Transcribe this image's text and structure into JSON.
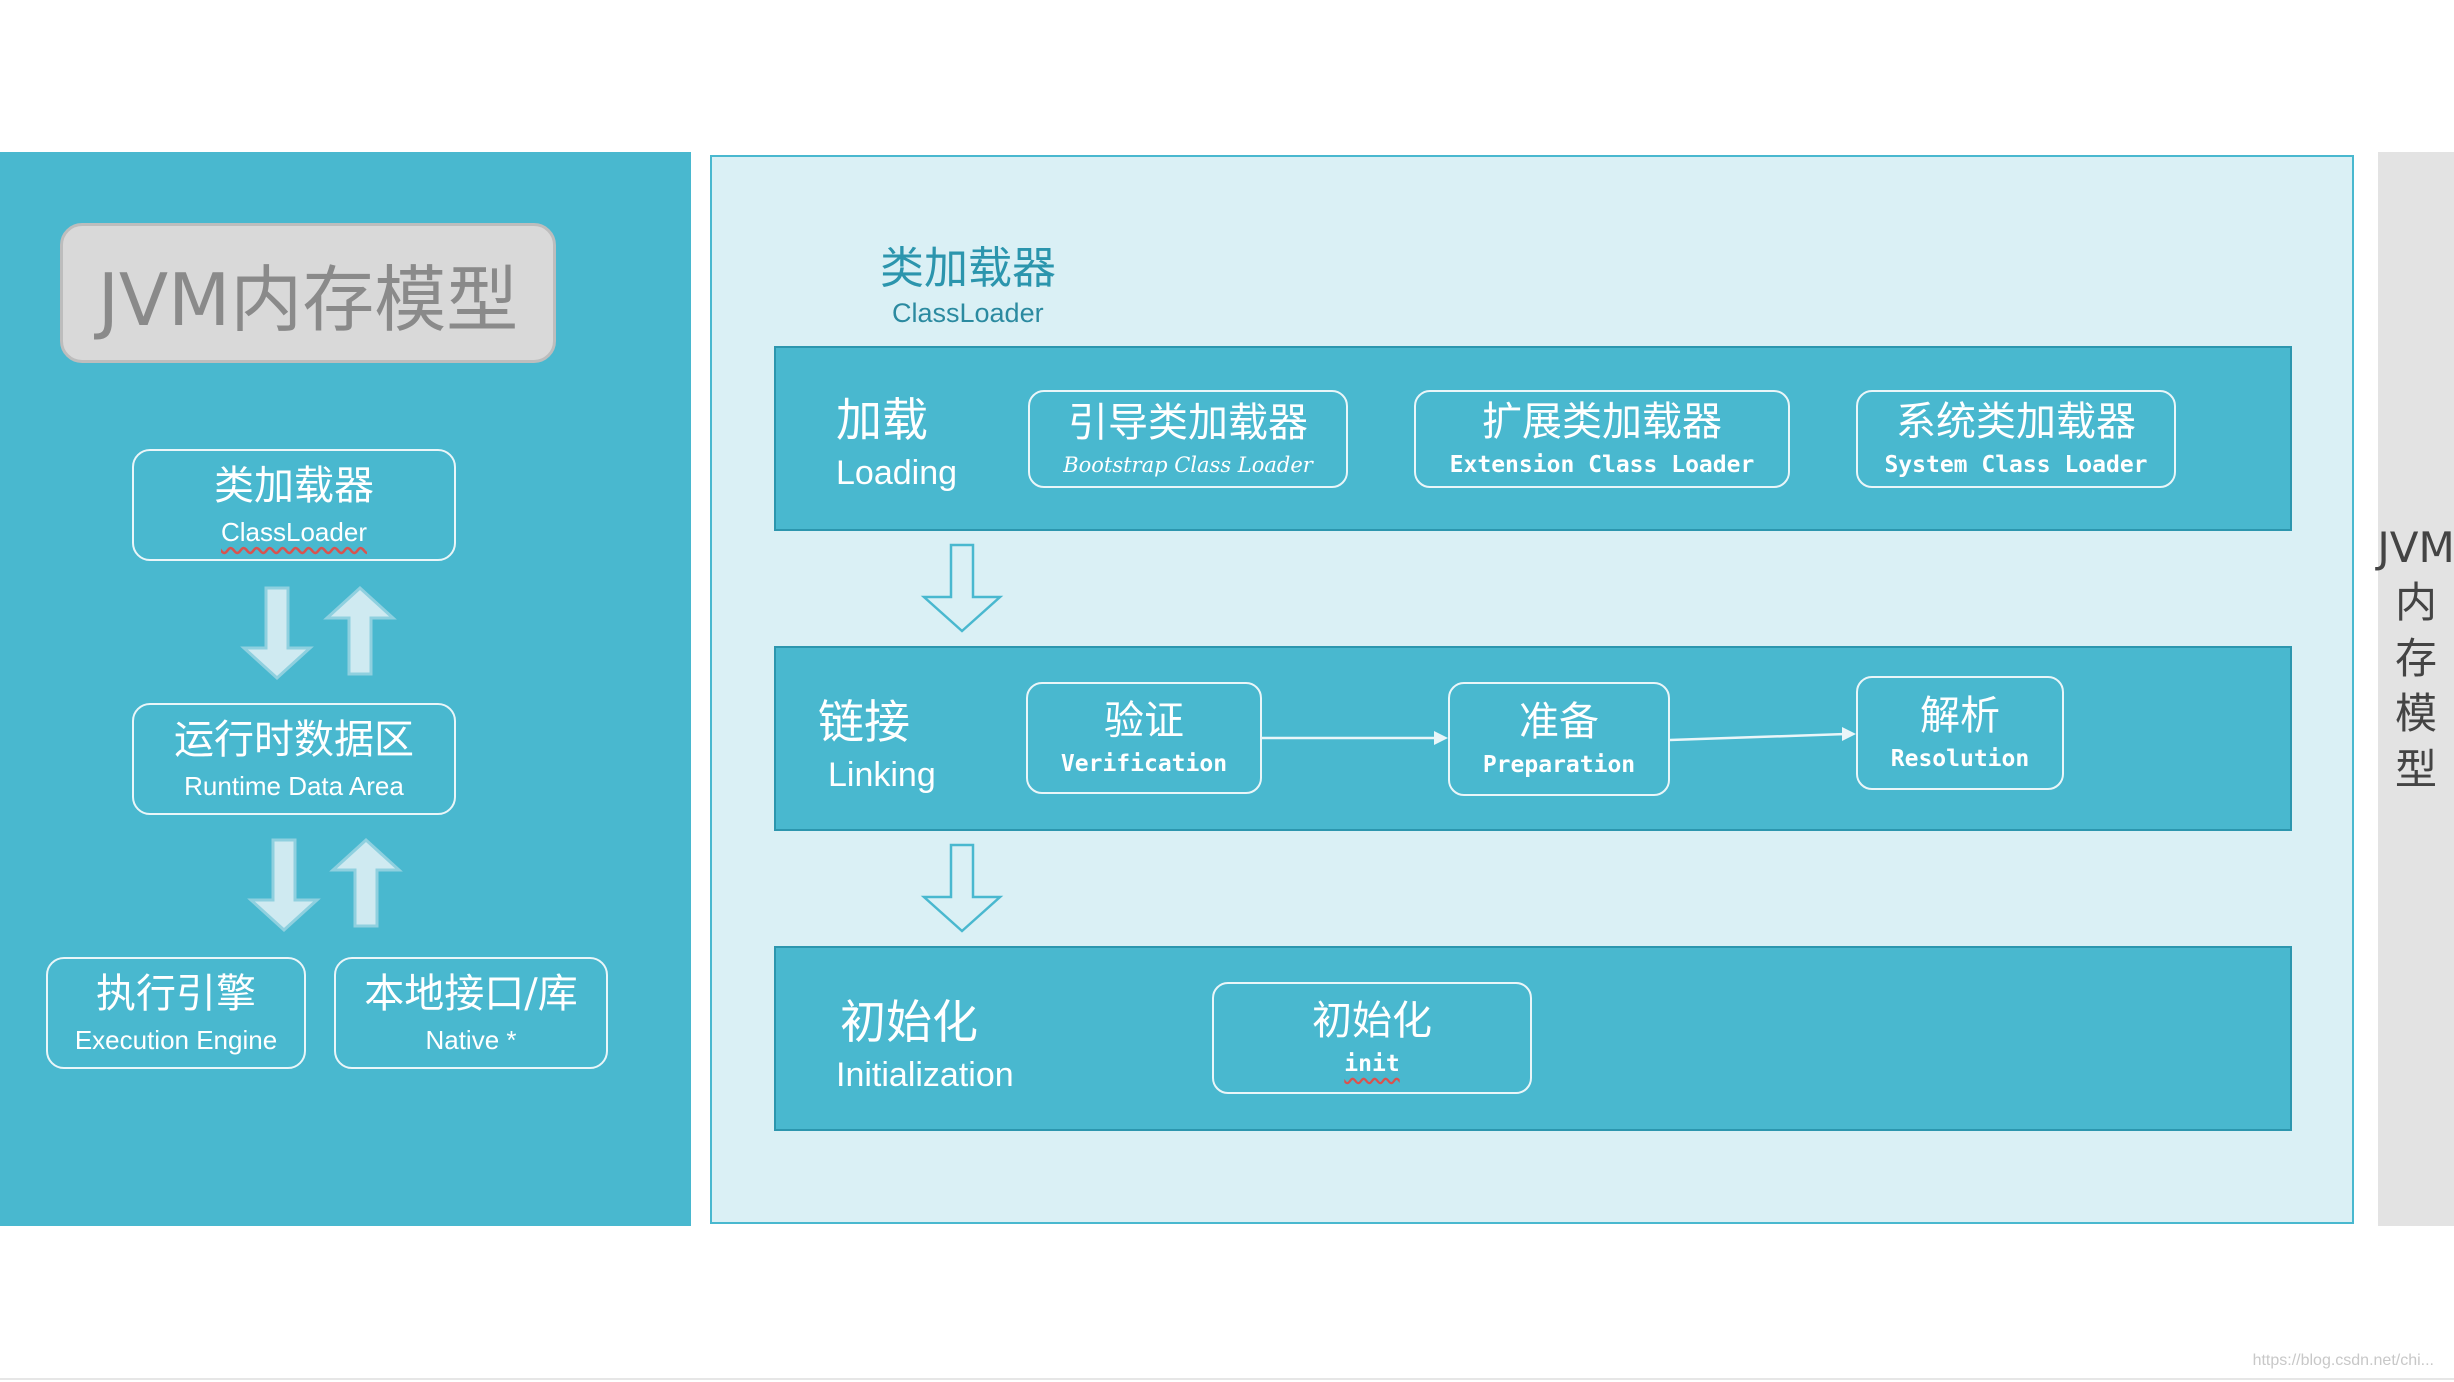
{
  "left": {
    "title": "JVM内存模型",
    "classloader": {
      "cn": "类加载器",
      "en": "ClassLoader"
    },
    "runtime": {
      "cn": "运行时数据区",
      "en": "Runtime Data Area"
    },
    "engine": {
      "cn": "执行引擎",
      "en": "Execution Engine"
    },
    "native": {
      "cn": "本地接口/库",
      "en": "Native *"
    }
  },
  "right": {
    "heading": {
      "cn": "类加载器",
      "en": "ClassLoader"
    },
    "loading": {
      "cn": "加载",
      "en": "Loading",
      "items": [
        {
          "cn": "引导类加载器",
          "en": "Bootstrap Class Loader"
        },
        {
          "cn": "扩展类加载器",
          "en": "Extension Class Loader"
        },
        {
          "cn": "系统类加载器",
          "en": "System Class Loader"
        }
      ]
    },
    "linking": {
      "cn": "链接",
      "en": "Linking",
      "items": [
        {
          "cn": "验证",
          "en": "Verification"
        },
        {
          "cn": "准备",
          "en": "Preparation"
        },
        {
          "cn": "解析",
          "en": "Resolution"
        }
      ]
    },
    "init": {
      "cn": "初始化",
      "en": "Initialization",
      "item": {
        "cn": "初始化",
        "en": "init"
      }
    }
  },
  "side_label": [
    "JVM",
    "内",
    "存",
    "模",
    "型"
  ],
  "watermark": "https://blog.csdn.net/chi...",
  "colors": {
    "panel": "#49b8cf",
    "light_panel": "#daf0f5",
    "arrow_fill": "#cfeaf1",
    "title_box": "#d9d9d9"
  }
}
